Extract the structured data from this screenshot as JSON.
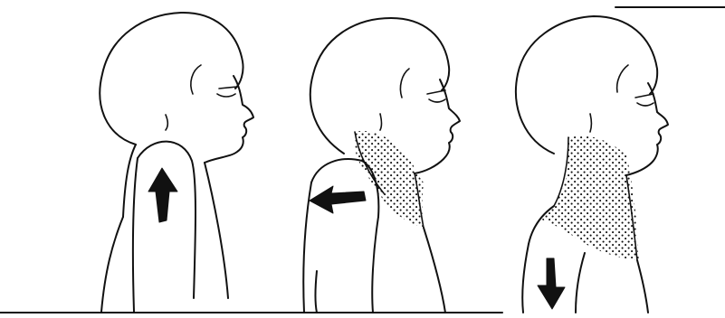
{
  "illustration": {
    "panel_count": 3,
    "panels": [
      {
        "pose": "shoulder-raised",
        "arrow_direction": "up",
        "stippled_neck": false
      },
      {
        "pose": "shoulder-pulled-back",
        "arrow_direction": "left",
        "stippled_neck": true
      },
      {
        "pose": "shoulder-lowered",
        "arrow_direction": "down",
        "stippled_neck": true
      }
    ],
    "colors": {
      "ink": "#111111",
      "background": "#ffffff"
    }
  }
}
